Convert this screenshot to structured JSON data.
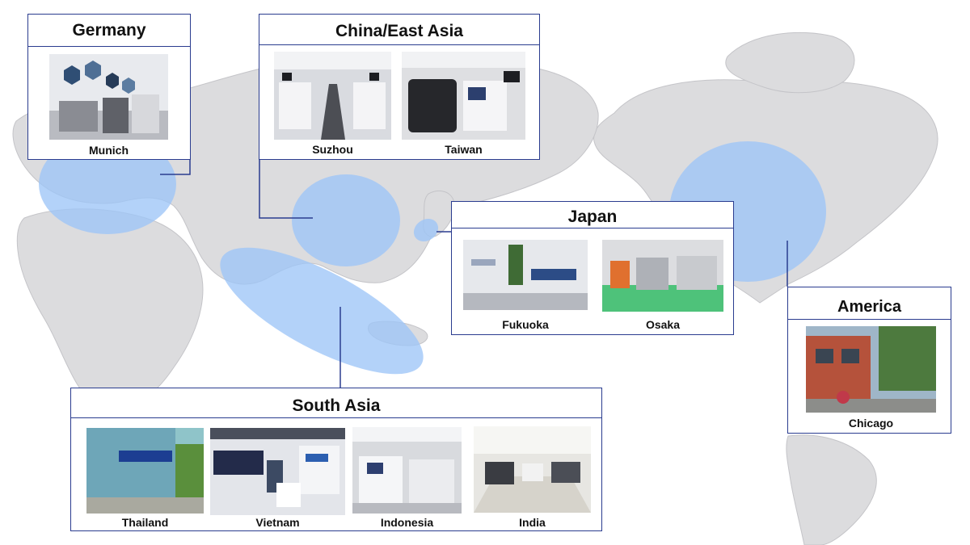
{
  "regions": {
    "germany": {
      "title": "Germany",
      "sites": [
        "Munich"
      ]
    },
    "china": {
      "title": "China/East Asia",
      "sites": [
        "Suzhou",
        "Taiwan"
      ]
    },
    "japan": {
      "title": "Japan",
      "sites": [
        "Fukuoka",
        "Osaka"
      ]
    },
    "america": {
      "title": "America",
      "sites": [
        "Chicago"
      ]
    },
    "south_asia": {
      "title": "South Asia",
      "sites": [
        "Thailand",
        "Vietnam",
        "Indonesia",
        "India"
      ]
    }
  },
  "colors": {
    "box_border": "#2a3c8f",
    "connector": "#2a3c8f",
    "land": "#dcdcde",
    "highlight": "#9ec5f8"
  }
}
